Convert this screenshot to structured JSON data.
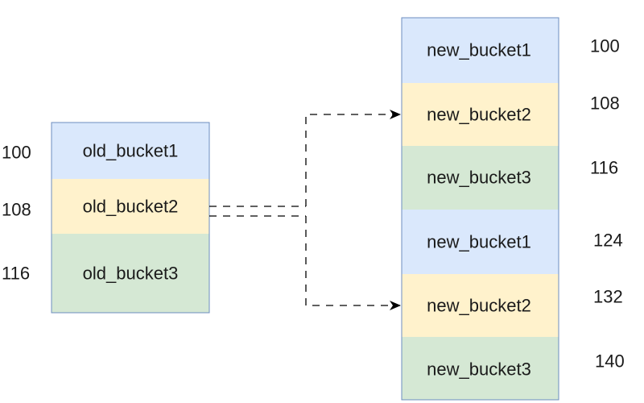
{
  "old_array": {
    "cells": [
      {
        "label": "old_bucket1",
        "address": "100",
        "fill": "#dae8fc"
      },
      {
        "label": "old_bucket2",
        "address": "108",
        "fill": "#fff2cc"
      },
      {
        "label": "old_bucket3",
        "address": "116",
        "fill": "#d5e8d4"
      }
    ]
  },
  "new_array": {
    "cells": [
      {
        "label": "new_bucket1",
        "address": "100",
        "fill": "#dae8fc"
      },
      {
        "label": "new_bucket2",
        "address": "108",
        "fill": "#fff2cc"
      },
      {
        "label": "new_bucket3",
        "address": "116",
        "fill": "#d5e8d4"
      },
      {
        "label": "new_bucket1",
        "address": "124",
        "fill": "#dae8fc"
      },
      {
        "label": "new_bucket2",
        "address": "132",
        "fill": "#fff2cc"
      },
      {
        "label": "new_bucket3",
        "address": "140",
        "fill": "#d5e8d4"
      }
    ]
  },
  "colors": {
    "border": "#6c8ebf",
    "arrow": "#000000"
  }
}
